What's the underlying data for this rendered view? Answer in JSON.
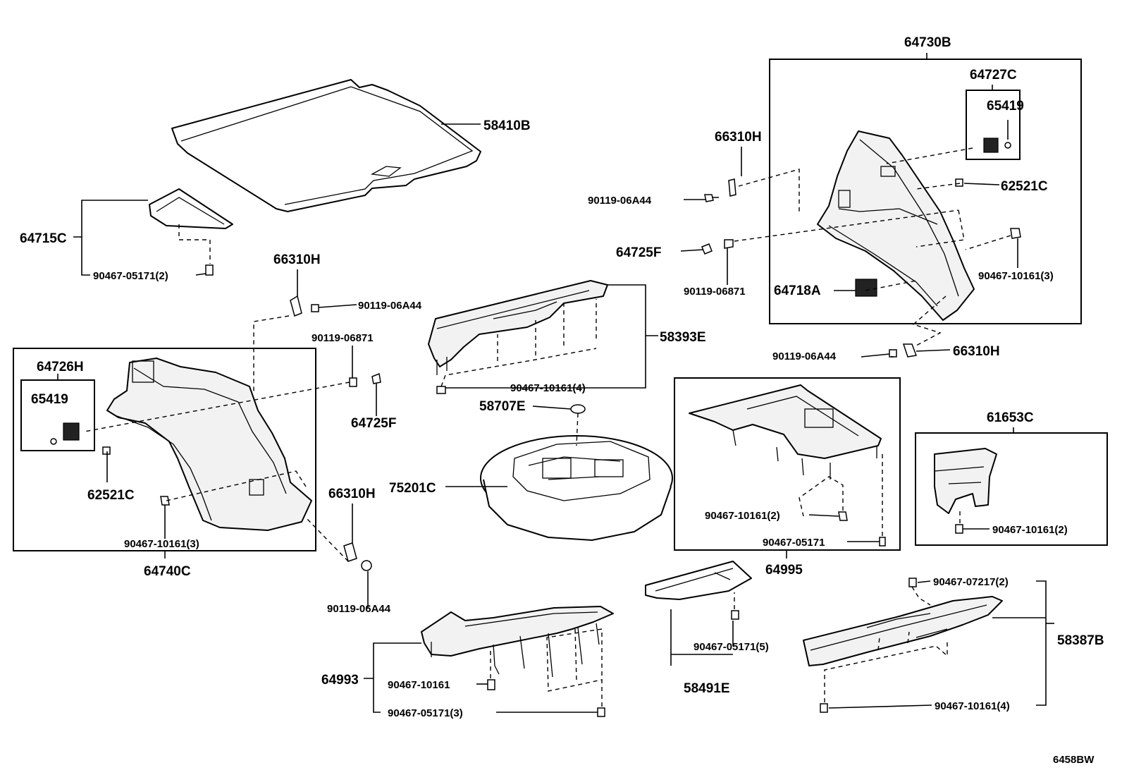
{
  "labels": {
    "p64730B": "64730B",
    "p64727C": "64727C",
    "p65419_r": "65419",
    "p58410B": "58410B",
    "p66310H_tr": "66310H",
    "p90119_06A44_tr": "90119-06A44",
    "p62521C_r": "62521C",
    "p64715C": "64715C",
    "p90467_05171_2": "90467-05171(2)",
    "p64725F_r": "64725F",
    "p90119_06871_r": "90119-06871",
    "p64718A": "64718A",
    "p90467_10161_3_r": "90467-10161(3)",
    "p66310H_m": "66310H",
    "p90119_06A44_m": "90119-06A44",
    "p58393E": "58393E",
    "p90119_06A44_r2": "90119-06A44",
    "p66310H_r2": "66310H",
    "p90119_06871_l": "90119-06871",
    "p64726H": "64726H",
    "p65419_l": "65419",
    "p64725F_l": "64725F",
    "p90467_10161_4_a": "90467-10161(4)",
    "p58707E": "58707E",
    "p61653C": "61653C",
    "p75201C": "75201C",
    "p62521C_l": "62521C",
    "p90467_10161_2_a": "90467-10161(2)",
    "p66310H_b": "66310H",
    "p90467_05171": "90467-05171",
    "p90467_10161_2_b": "90467-10161(2)",
    "p90467_10161_3_l": "90467-10161(3)",
    "p64740C": "64740C",
    "p64995": "64995",
    "p90467_07217_2": "90467-07217(2)",
    "p90119_06A44_b": "90119-06A44",
    "p58387B": "58387B",
    "p90467_05171_5": "90467-05171(5)",
    "p64993": "64993",
    "p90467_10161": "90467-10161",
    "p58491E": "58491E",
    "p90467_05171_3": "90467-05171(3)",
    "p90467_10161_4_b": "90467-10161(4)"
  },
  "diagram_code": "6458BW"
}
